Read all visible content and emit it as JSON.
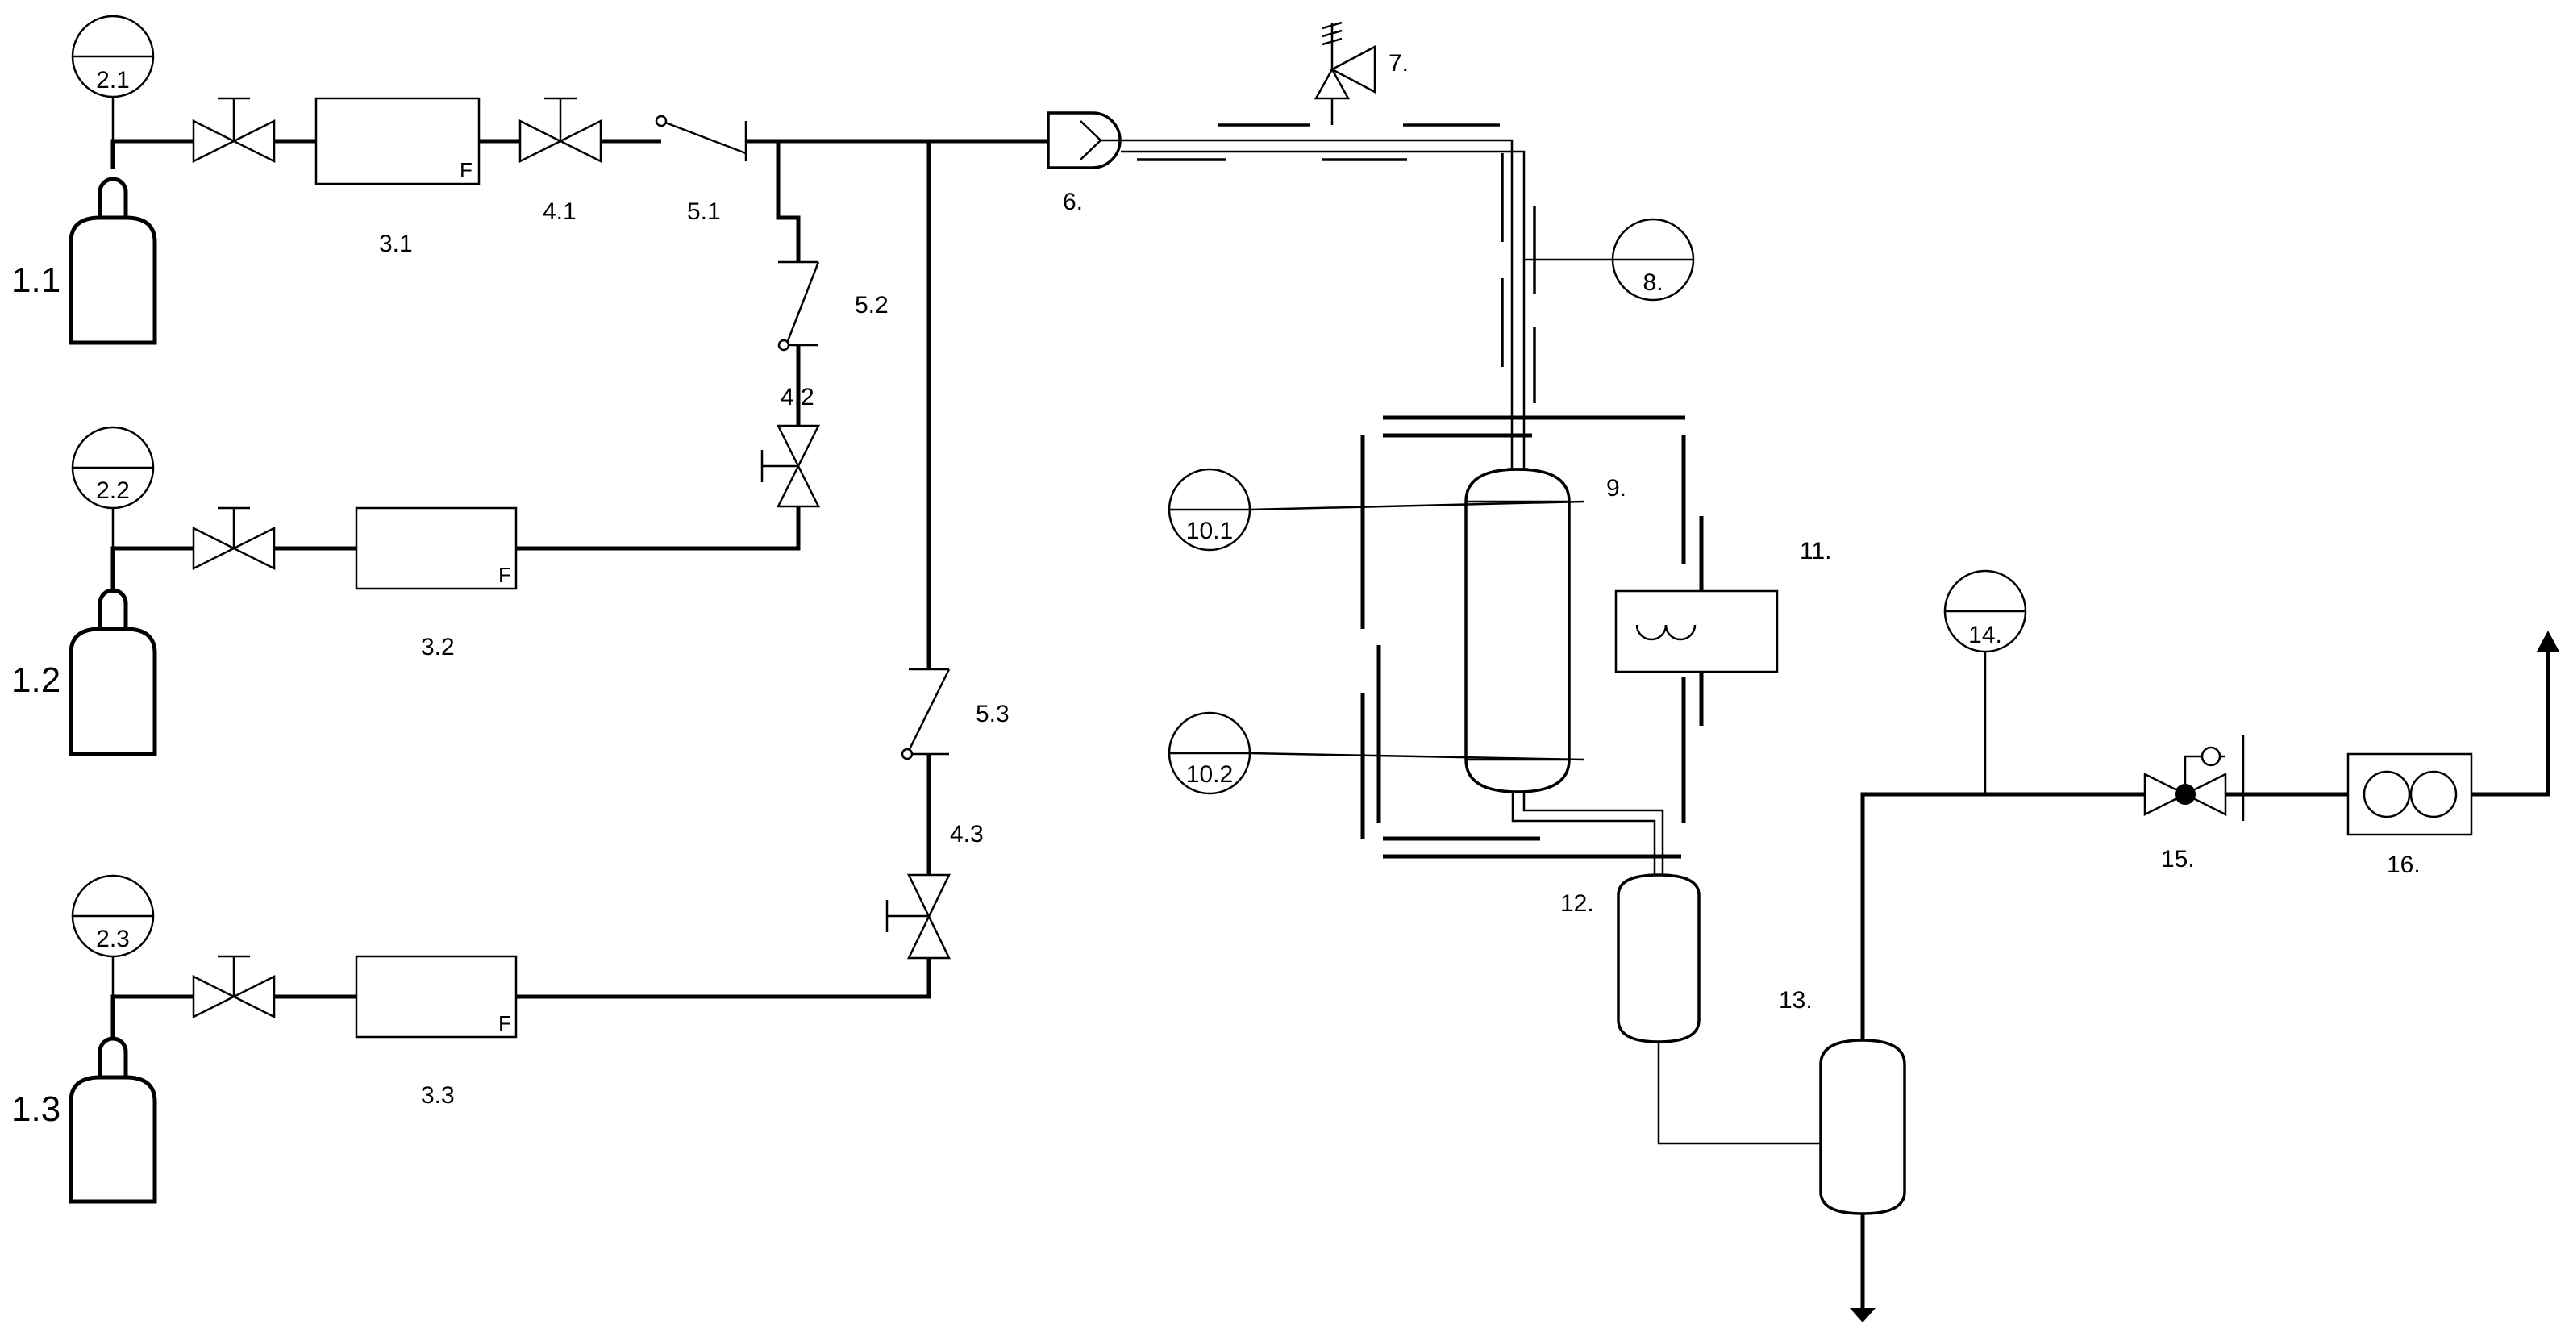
{
  "labels": {
    "cyl_1": "1.1",
    "cyl_2": "1.2",
    "cyl_3": "1.3",
    "gauge_1": "2.1",
    "gauge_2": "2.2",
    "gauge_3": "2.3",
    "filter_1": "3.1",
    "filter_2": "3.2",
    "filter_3": "3.3",
    "filter_mark": "F",
    "valve_1": "4.1",
    "valve_2": "4.2",
    "valve_3": "4.3",
    "check_1": "5.1",
    "check_2": "5.2",
    "check_3": "5.3",
    "mixer": "6.",
    "relief": "7.",
    "gauge_8": "8.",
    "reactor": "9.",
    "thermo_top": "10.1",
    "thermo_bottom": "10.2",
    "heater": "11.",
    "separator_1": "12.",
    "separator_2": "13.",
    "gauge_14": "14.",
    "back_pressure_valve": "15.",
    "flow_meter": "16."
  }
}
